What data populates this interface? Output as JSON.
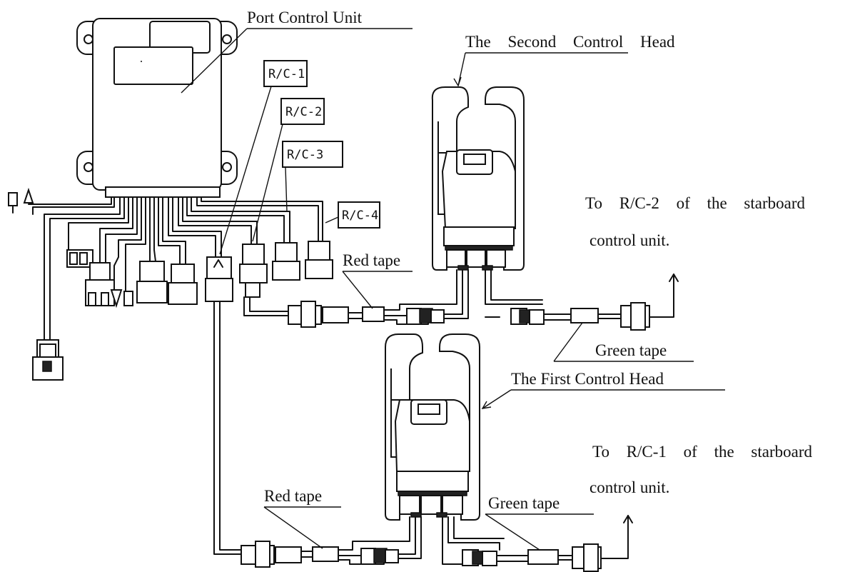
{
  "labels": {
    "port_control_unit": "Port Control Unit",
    "second_control_head": "The Second Control Head",
    "first_control_head": "The First Control Head",
    "to_rc2_line1": "To R/C-2 of the starboard",
    "to_rc2_line2": "control unit.",
    "to_rc1_line1": "To R/C-1 of the starboard",
    "to_rc1_line2": "control unit.",
    "red_tape_upper": "Red tape",
    "green_tape_upper": "Green tape",
    "red_tape_lower": "Red tape",
    "green_tape_lower": "Green tape"
  },
  "connector_tags": [
    "R/C-1",
    "R/C-2",
    "R/C-3",
    "R/C-4"
  ]
}
